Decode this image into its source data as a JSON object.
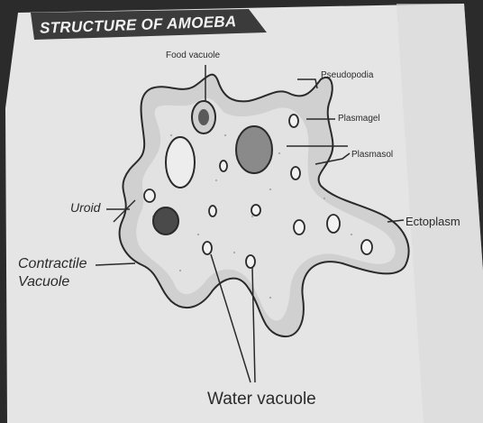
{
  "title": "STRUCTURE OF AMOEBA",
  "labels": {
    "food_vacuole": "Food vacuole",
    "pseudopodia": "Pseudopodia",
    "plasmagel": "Plasmagel",
    "plasmasol": "Plasmasol",
    "ectoplasm": "Ectoplasm",
    "uroid": "Uroid",
    "contractile_line1": "Contractile",
    "contractile_line2": "Vacuole",
    "water_vacuole": "Water vacuole"
  },
  "colors": {
    "banner": "#3a3a3a",
    "paper": "#e6e6e6",
    "cell_outline": "#2a2a2a",
    "ectoplasm_band": "#bdbdbd"
  }
}
